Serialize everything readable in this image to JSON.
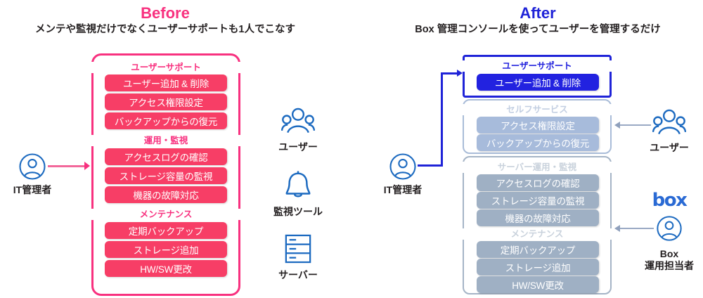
{
  "before": {
    "title": "Before",
    "title_color": "#f8317f",
    "subtitle": "メンテや監視だけでなくユーザーサポートも1人でこなす",
    "actor": {
      "label": "IT管理者",
      "icon": "person-circle-icon"
    },
    "groups": [
      {
        "caption": "ユーザーサポート",
        "items": [
          "ユーザー追加 & 削除",
          "アクセス権限設定",
          "バックアップからの復元"
        ]
      },
      {
        "caption": "運用・監視",
        "items": [
          "アクセスログの確認",
          "ストレージ容量の監視",
          "機器の故障対応"
        ]
      },
      {
        "caption": "メンテナンス",
        "items": [
          "定期バックアップ",
          "ストレージ追加",
          "HW/SW更改"
        ]
      }
    ]
  },
  "middle_assets": [
    {
      "label": "ユーザー",
      "icon": "users-group-icon"
    },
    {
      "label": "監視ツール",
      "icon": "bell-icon"
    },
    {
      "label": "サーバー",
      "icon": "server-rack-icon"
    }
  ],
  "after": {
    "title": "After",
    "title_color": "#1f23d8",
    "subtitle": "Box 管理コンソールを使ってユーザーを管理するだけ",
    "actor": {
      "label": "IT管理者",
      "icon": "person-circle-icon"
    },
    "groups": [
      {
        "caption": "ユーザーサポート",
        "style": "blue",
        "items": [
          "ユーザー追加 & 削除"
        ]
      },
      {
        "caption": "セルフサービス",
        "style": "light-blue",
        "items": [
          "アクセス権限設定",
          "バックアップからの復元"
        ]
      },
      {
        "caption": "サーバー運用・監視",
        "style": "gray",
        "items": [
          "アクセスログの確認",
          "ストレージ容量の監視",
          "機器の故障対応"
        ]
      },
      {
        "caption": "メンテナンス",
        "style": "gray",
        "items": [
          "定期バックアップ",
          "ストレージ追加",
          "HW/SW更改"
        ]
      }
    ],
    "right_actors": [
      {
        "label": "ユーザー",
        "icon": "users-group-icon"
      },
      {
        "label_line1": "Box",
        "label_line2": "運用担当者",
        "icon": "person-circle-icon",
        "logo": "box"
      }
    ]
  },
  "colors": {
    "pink": "#f8317f",
    "pink_pill": "#f73e66",
    "blue": "#1f23d8",
    "blue_pill": "#2222e0",
    "light_blue_pill": "#a7bbdb",
    "gray_pill": "#9fb0c4",
    "icon_blue": "#1c6ac0",
    "text": "#231f20"
  }
}
